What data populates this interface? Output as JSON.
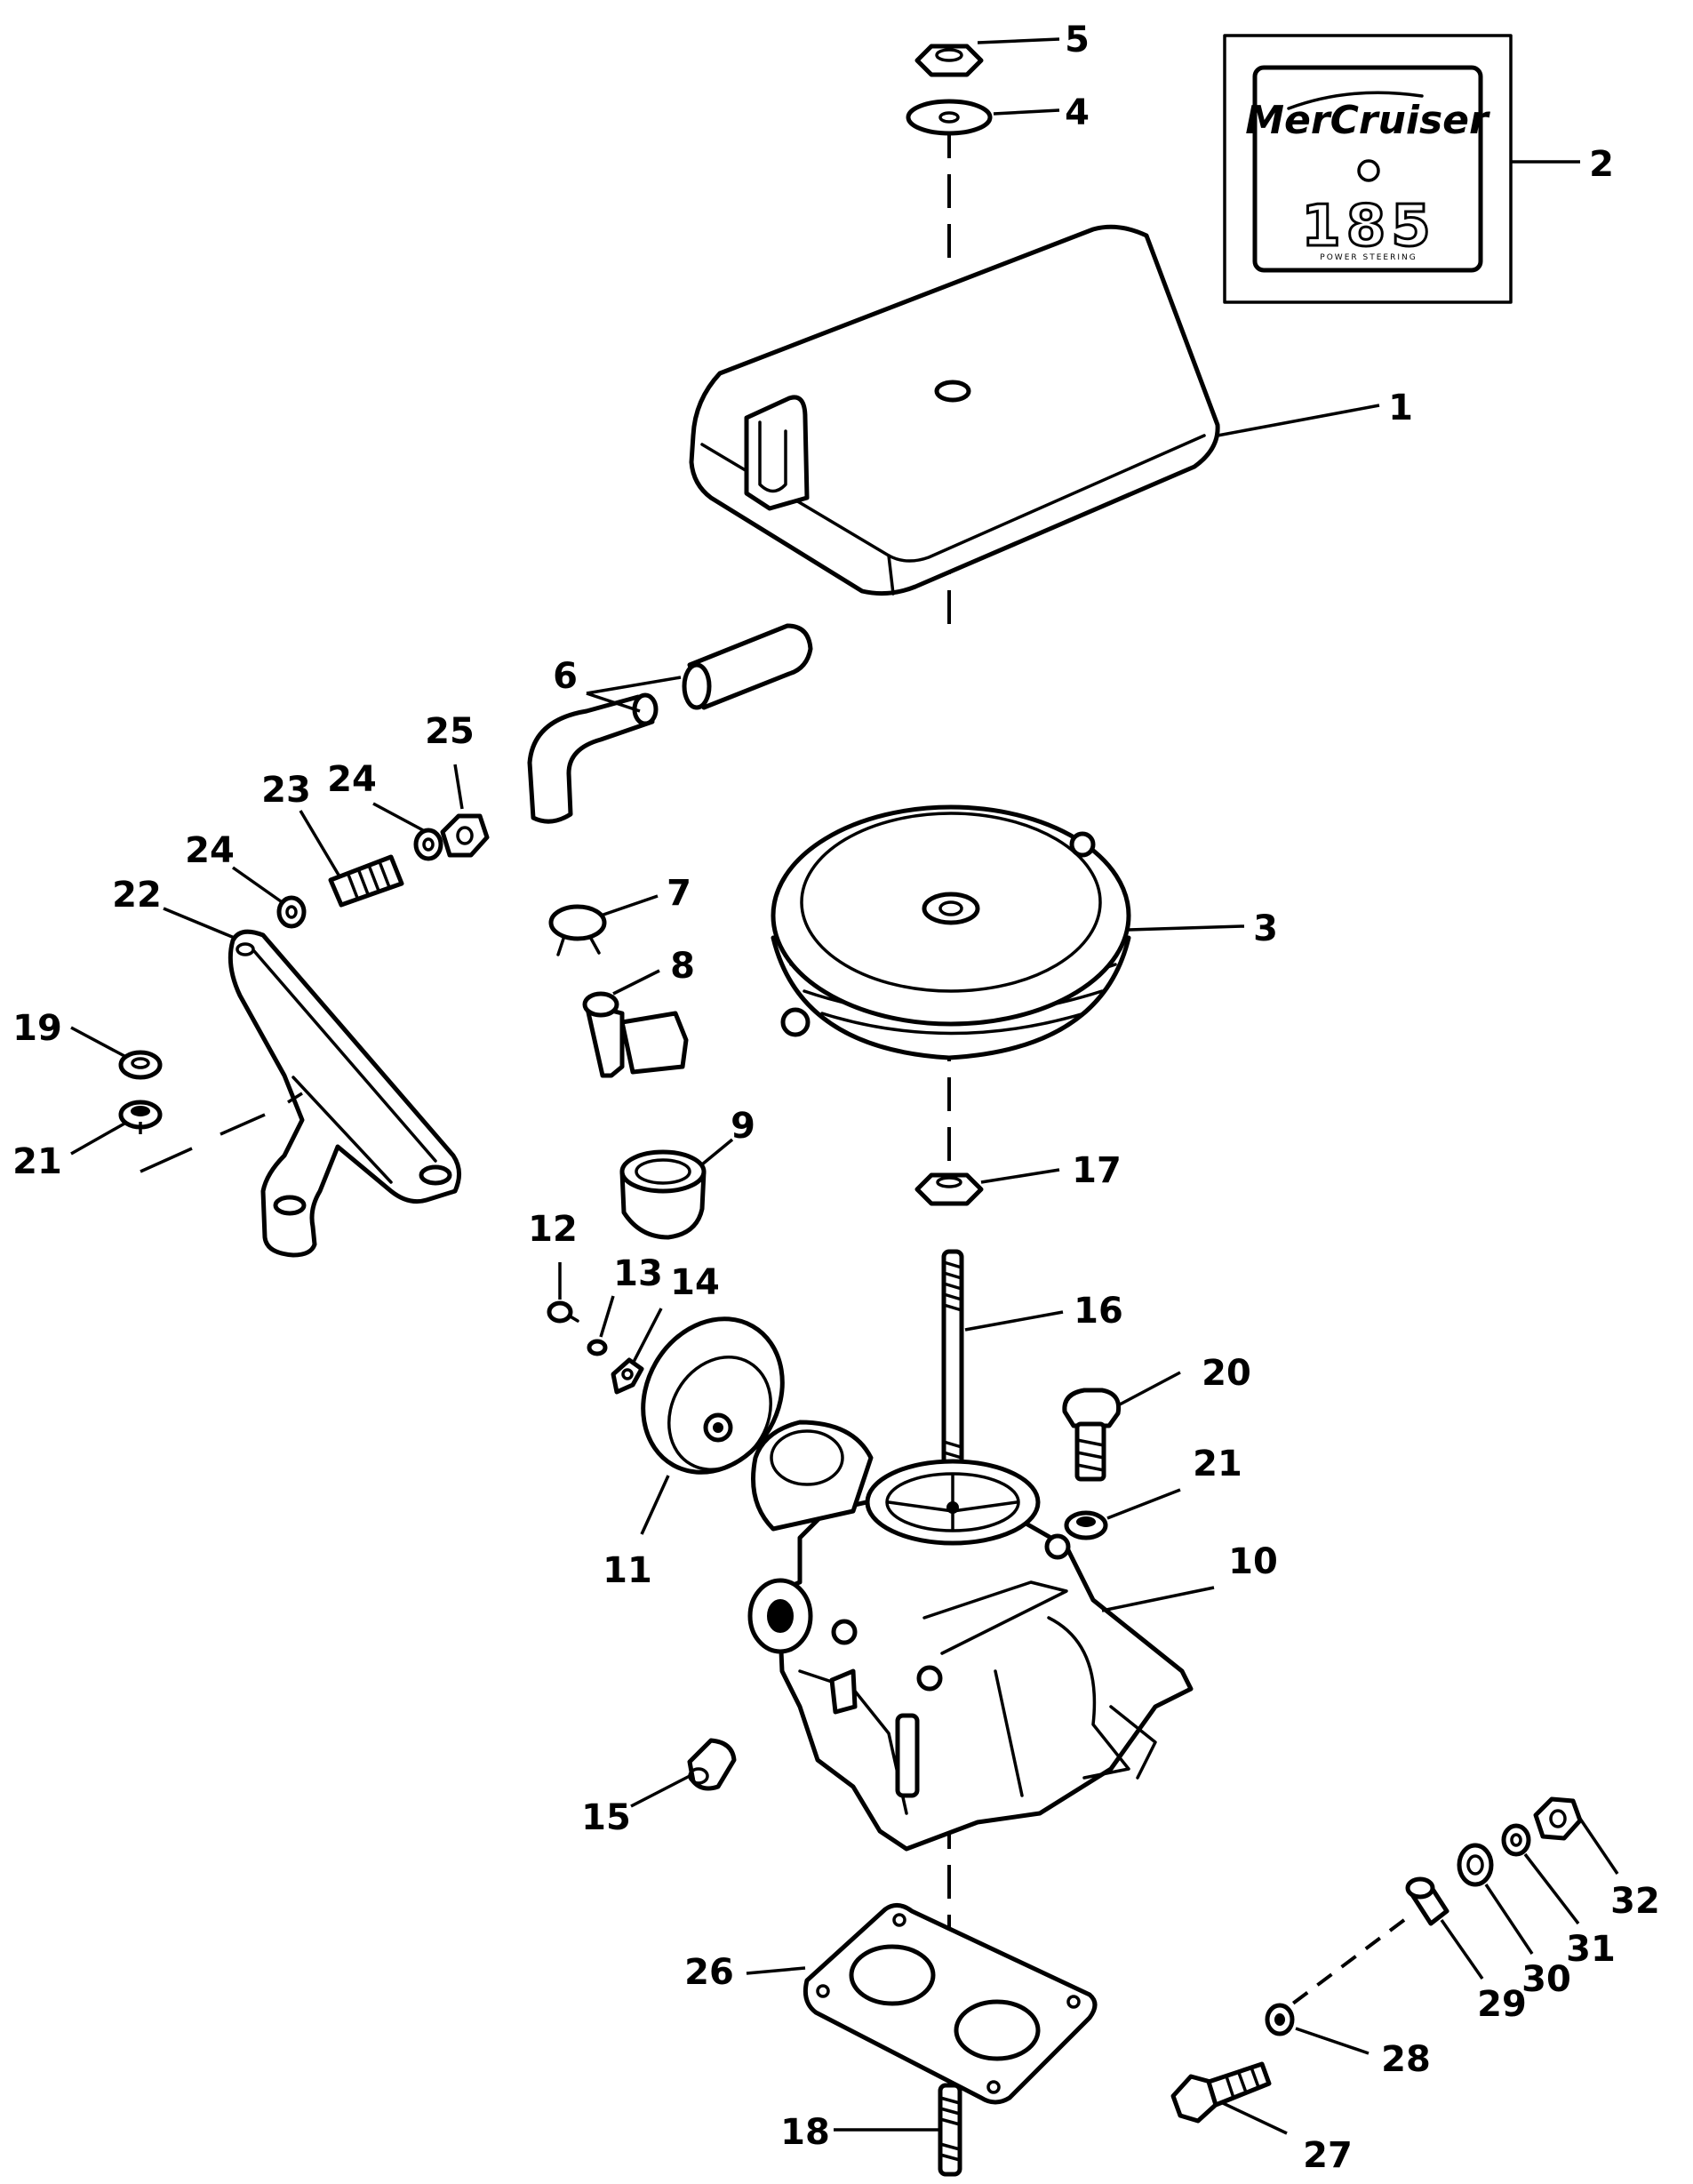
{
  "decal": {
    "brand": "MerCruiser",
    "model": "185",
    "subtext": "POWER STEERING"
  },
  "callouts": {
    "c1": "1",
    "c2": "2",
    "c3": "3",
    "c4": "4",
    "c5": "5",
    "c6": "6",
    "c7": "7",
    "c8": "8",
    "c9": "9",
    "c10": "10",
    "c11": "11",
    "c12": "12",
    "c13": "13",
    "c14": "14",
    "c15": "15",
    "c16": "16",
    "c17": "17",
    "c18": "18",
    "c19": "19",
    "c20": "20",
    "c21a": "21",
    "c21b": "21",
    "c22": "22",
    "c23": "23",
    "c24a": "24",
    "c24b": "24",
    "c25": "25",
    "c26": "26",
    "c27": "27",
    "c28": "28",
    "c29": "29",
    "c30": "30",
    "c31": "31",
    "c32": "32"
  }
}
